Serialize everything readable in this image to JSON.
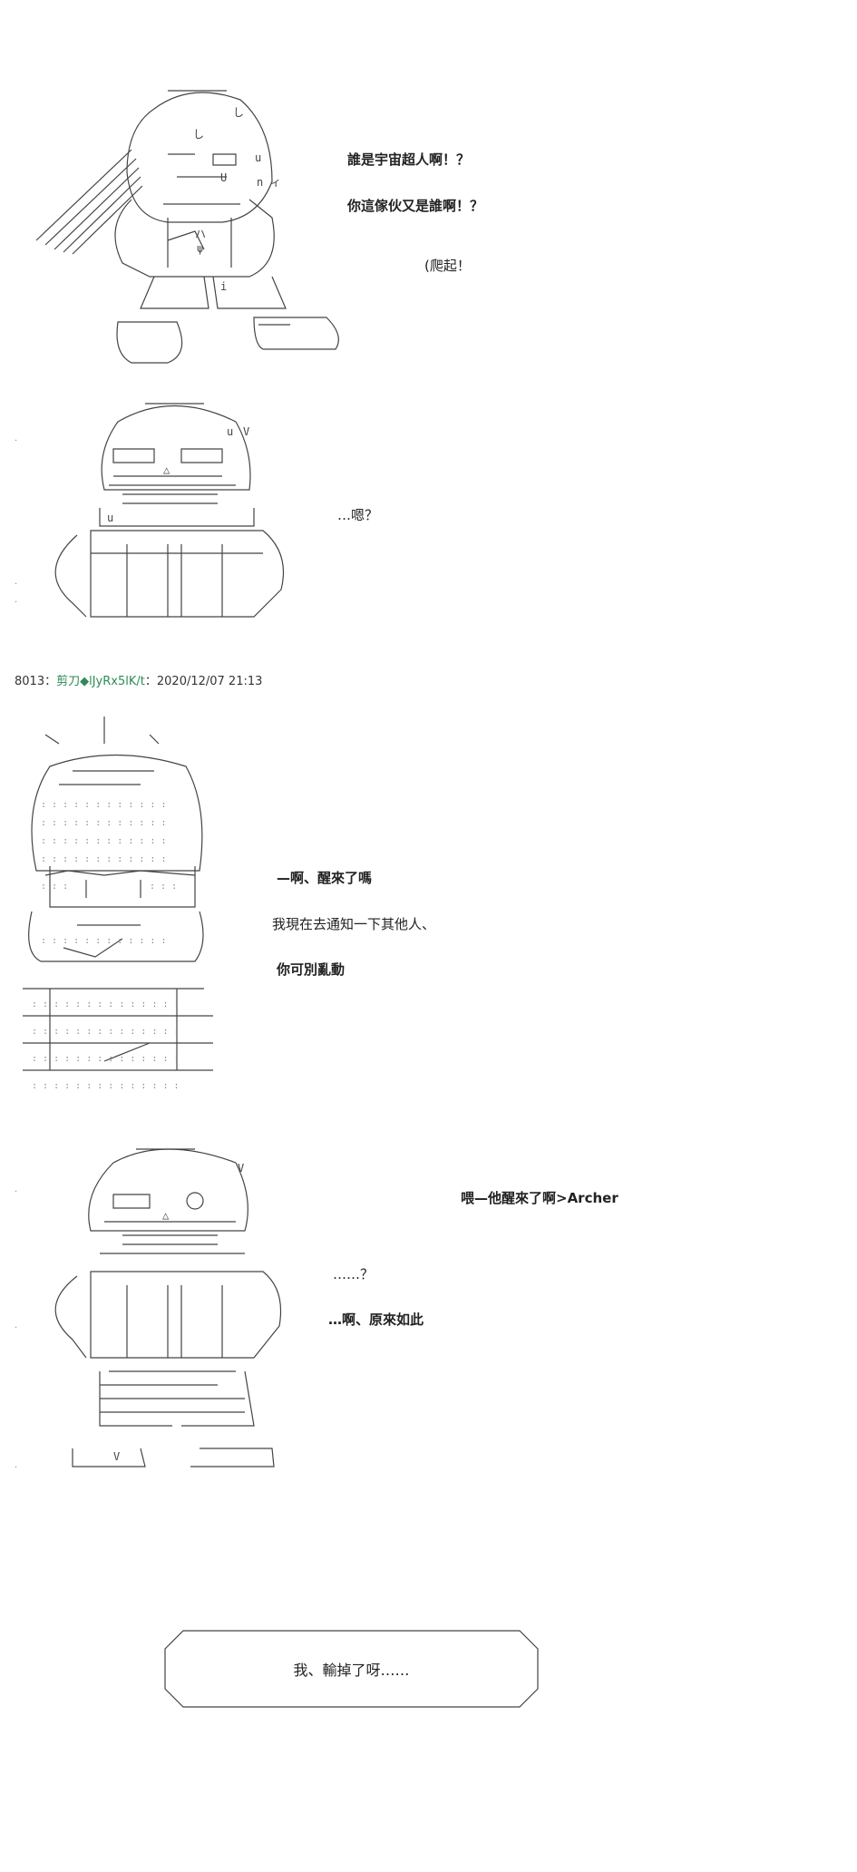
{
  "panel1": {
    "lines": [
      "誰是宇宙超人啊！？",
      "你這傢伙又是誰啊！？",
      "(爬起！"
    ]
  },
  "panel2": {
    "lines": [
      "…嗯？"
    ]
  },
  "post": {
    "number": "8013",
    "sep": "：",
    "name": "剪刀◆lJyRx5lK/t",
    "sep2": "：",
    "date": "2020/12/07 21:13"
  },
  "panel3": {
    "lines": [
      "—啊、醒來了嗎",
      "我現在去通知一下其他人、",
      "你可別亂動"
    ]
  },
  "panel4": {
    "top": "喂—他醒來了啊>Archer",
    "lines": [
      "……？",
      "…啊、原來如此"
    ]
  },
  "panel5": {
    "text": "我、輸掉了呀……"
  }
}
